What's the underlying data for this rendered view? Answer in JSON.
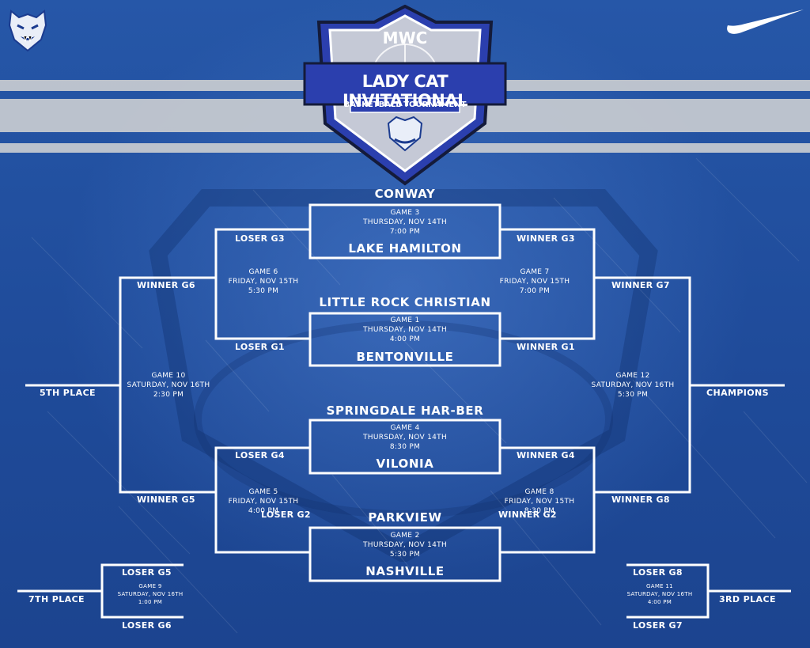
{
  "logo": {
    "badge": "MWC",
    "title": "LADY CAT INVITATIONAL",
    "subtitle": "BASKETBALL TOURNAMENT"
  },
  "colors": {
    "background": "#1f4fa0",
    "stripe": "#c9ccd0",
    "line": "#ffffff",
    "logo_blue": "#2b3fae",
    "logo_silver": "#c5c9d6"
  },
  "icons": {
    "corner": "wildcat-head-icon",
    "sponsor": "nike-swoosh-icon"
  },
  "games": {
    "g3": {
      "title": "GAME 3",
      "date": "THURSDAY, NOV 14TH",
      "time": "7:00 PM",
      "top_team": "CONWAY",
      "bottom_team": "LAKE HAMILTON"
    },
    "g1": {
      "title": "GAME 1",
      "date": "THURSDAY, NOV 14TH",
      "time": "4:00 PM",
      "top_team": "LITTLE ROCK CHRISTIAN",
      "bottom_team": "BENTONVILLE"
    },
    "g4": {
      "title": "GAME 4",
      "date": "THURSDAY, NOV 14TH",
      "time": "8:30 PM",
      "top_team": "SPRINGDALE HAR-BER",
      "bottom_team": "VILONIA"
    },
    "g2": {
      "title": "GAME 2",
      "date": "THURSDAY, NOV 14TH",
      "time": "5:30 PM",
      "top_team": "PARKVIEW",
      "bottom_team": "NASHVILLE"
    },
    "g6": {
      "title": "GAME 6",
      "date": "FRIDAY, NOV 15TH",
      "time": "5:30 PM"
    },
    "g7": {
      "title": "GAME 7",
      "date": "FRIDAY, NOV 15TH",
      "time": "7:00 PM"
    },
    "g5": {
      "title": "GAME 5",
      "date": "FRIDAY, NOV 15TH",
      "time": "4:00 PM"
    },
    "g8": {
      "title": "GAME 8",
      "date": "FRIDAY, NOV 15TH",
      "time": "8:30 PM"
    },
    "g10": {
      "title": "GAME 10",
      "date": "SATURDAY, NOV 16TH",
      "time": "2:30 PM"
    },
    "g12": {
      "title": "GAME 12",
      "date": "SATURDAY, NOV 16TH",
      "time": "5:30 PM"
    },
    "g9": {
      "title": "GAME 9",
      "date": "SATURDAY, NOV 16TH",
      "time": "1:00 PM"
    },
    "g11": {
      "title": "GAME 11",
      "date": "SATURDAY, NOV 16TH",
      "time": "4:00 PM"
    }
  },
  "slots": {
    "loser_g3": "LOSER G3",
    "winner_g3": "WINNER G3",
    "loser_g1": "LOSER G1",
    "winner_g1": "WINNER G1",
    "winner_g6": "WINNER G6",
    "winner_g7": "WINNER G7",
    "loser_g4": "LOSER G4",
    "winner_g4": "WINNER G4",
    "loser_g2": "LOSER G2",
    "winner_g2": "WINNER G2",
    "winner_g5": "WINNER G5",
    "winner_g8": "WINNER G8",
    "loser_g5": "LOSER G5",
    "loser_g6": "LOSER G6",
    "loser_g8": "LOSER G8",
    "loser_g7": "LOSER G7"
  },
  "places": {
    "fifth": "5TH PLACE",
    "champions": "CHAMPIONS",
    "seventh": "7TH PLACE",
    "third": "3RD PLACE"
  }
}
